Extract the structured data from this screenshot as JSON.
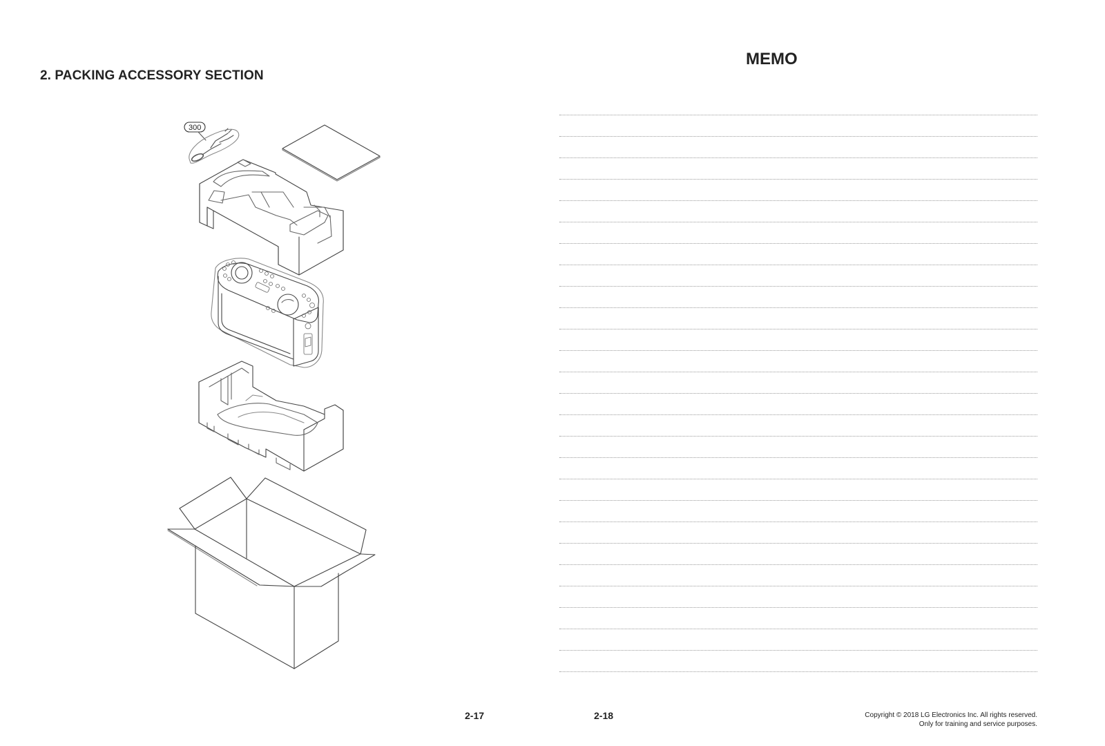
{
  "left_page": {
    "section_title": "2. PACKING ACCESSORY SECTION",
    "page_number": "2-17",
    "diagram": {
      "callouts": [
        {
          "label": "300",
          "part": "power-cord"
        }
      ],
      "parts": [
        "power-cord",
        "manual-sheet",
        "top-foam-packing",
        "speaker-unit",
        "bottom-foam-packing",
        "carton-box"
      ]
    }
  },
  "right_page": {
    "title": "MEMO",
    "line_count": 27,
    "page_number": "2-18",
    "copyright_line1": "Copyright © 2018 LG Electronics Inc. All rights reserved.",
    "copyright_line2": "Only for training and service purposes."
  },
  "colors": {
    "text": "#222222",
    "line": "#9a9a9a",
    "drawing": "#444444"
  }
}
